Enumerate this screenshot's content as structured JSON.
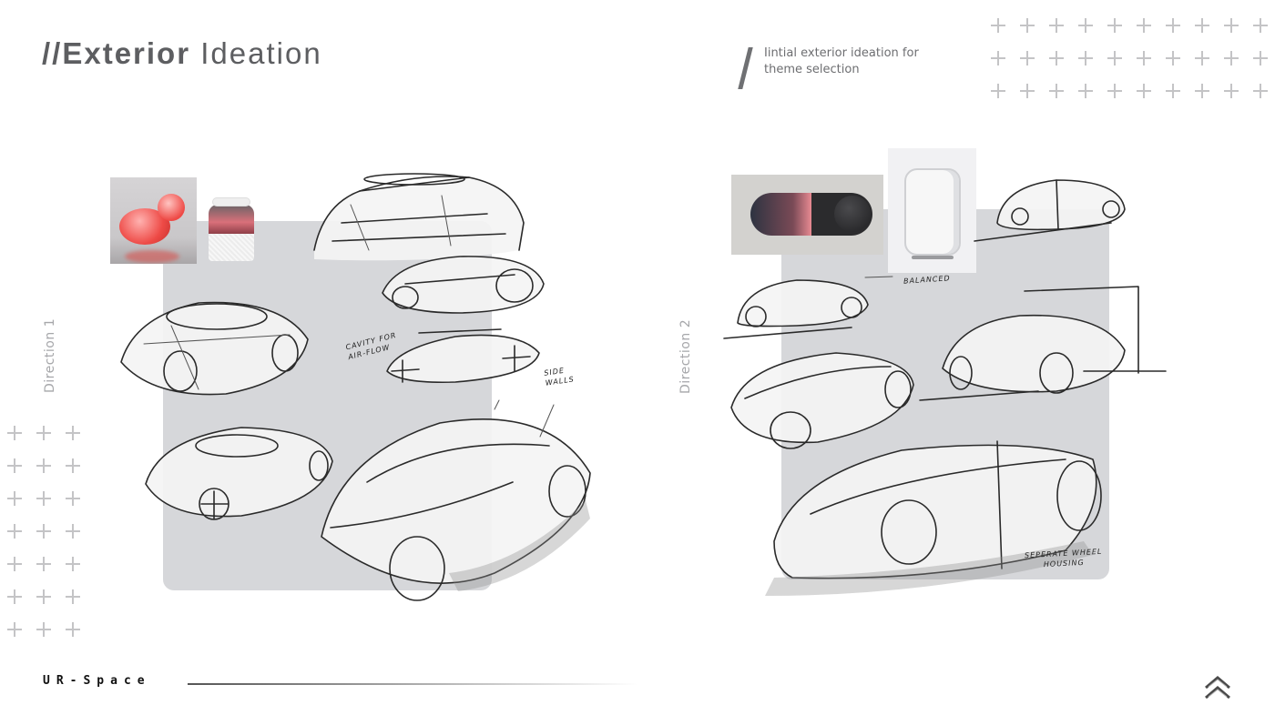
{
  "header": {
    "title_prefix": "//",
    "title_bold": "Exterior",
    "title_light": "Ideation",
    "subtitle": "Iintial exterior ideation for theme selection"
  },
  "directions": [
    {
      "label": "Direction 1",
      "inspiration_images": [
        "red-glossy-blob-sculpture",
        "samsung-air-purifier"
      ],
      "annotations": [
        {
          "text": "Cavity for Air-Flow"
        },
        {
          "text": "Side Walls"
        }
      ]
    },
    {
      "label": "Direction 2",
      "inspiration_images": [
        "gradient-control-remote",
        "white-portable-cabinet"
      ],
      "annotations": [
        {
          "text": "Balanced"
        },
        {
          "text": "Seperate Wheel Housing"
        }
      ]
    }
  ],
  "footer": {
    "brand": "UR-Space",
    "logo_icon": "double-chevron-logo"
  },
  "decor": {
    "plus_grid_top": {
      "cols": 10,
      "rows": 3
    },
    "plus_grid_left": {
      "cols": 3,
      "rows": 7
    },
    "panel_color": "#d6d7da",
    "title_color": "#5d5e61"
  }
}
